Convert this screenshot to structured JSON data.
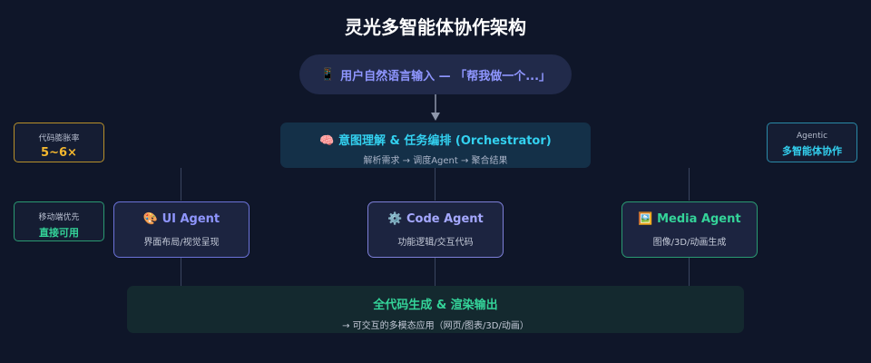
{
  "title": "灵光多智能体协作架构",
  "input": {
    "icon": "📱",
    "icon_name": "mobile-phone-icon",
    "text": "用户自然语言输入 — 「帮我做一个...」"
  },
  "orchestrator": {
    "icon": "🧠",
    "icon_name": "brain-icon",
    "title": "意图理解 & 任务编排 (Orchestrator)",
    "subtitle": "解析需求 → 调度Agent → 聚合结果"
  },
  "side_stats": {
    "left_top": {
      "label": "代码膨胀率",
      "value": "5~6×",
      "color": "#f5b82e"
    },
    "left_bottom": {
      "label": "移动端优先",
      "value": "直接可用",
      "color": "#34d399"
    },
    "right_top": {
      "label": "Agentic",
      "value": "多智能体协作",
      "color": "#33d1f0"
    }
  },
  "agents": [
    {
      "icon": "🎨",
      "icon_name": "palette-icon",
      "name": "UI Agent",
      "desc": "界面布局/视觉呈现",
      "color": "#8f96ff"
    },
    {
      "icon": "⚙️",
      "icon_name": "gear-icon",
      "name": "Code Agent",
      "desc": "功能逻辑/交互代码",
      "color": "#a5a8ff"
    },
    {
      "icon": "🖼️",
      "icon_name": "picture-icon",
      "name": "Media Agent",
      "desc": "图像/3D/动画生成",
      "color": "#34d399"
    }
  ],
  "output": {
    "title": "全代码生成 & 渲染输出",
    "subtitle": "→ 可交互的多模态应用（网页/图表/3D/动画）"
  },
  "colors": {
    "background": "#0f1629",
    "line": "#3a4560",
    "arrow": "#8e97ab"
  }
}
